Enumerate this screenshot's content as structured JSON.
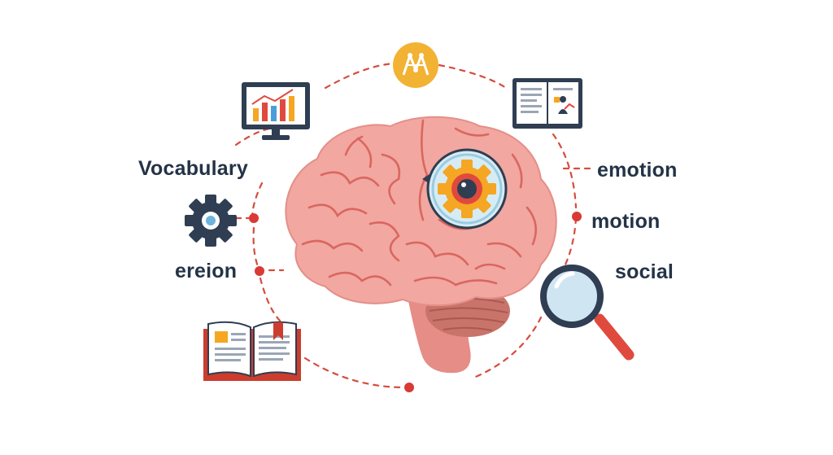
{
  "labels": {
    "vocabulary": "Vocabulary",
    "ereion": "ereion",
    "emotion": "emotion",
    "motion": "motion",
    "social": "social"
  },
  "colors": {
    "brain": "#f2a7a1",
    "brain_line": "#d9675f",
    "cerebellum": "#c9746a",
    "stem": "#e58d86",
    "ring": "#d64c3f",
    "dot": "#d93a35",
    "text": "#243346",
    "icon_dark": "#2f3e52",
    "gear_accent": "#f5a623",
    "lens": "#cfe6f2",
    "handle": "#e04a3e",
    "book_red": "#cc3d2e",
    "emblem": "#f2b233"
  },
  "icons": [
    "emblem-icon",
    "bar-chart-monitor-icon",
    "open-book-chart-icon",
    "gear-icon",
    "open-book-icon",
    "magnifier-icon",
    "eye-gear-icon",
    "brain-icon"
  ]
}
